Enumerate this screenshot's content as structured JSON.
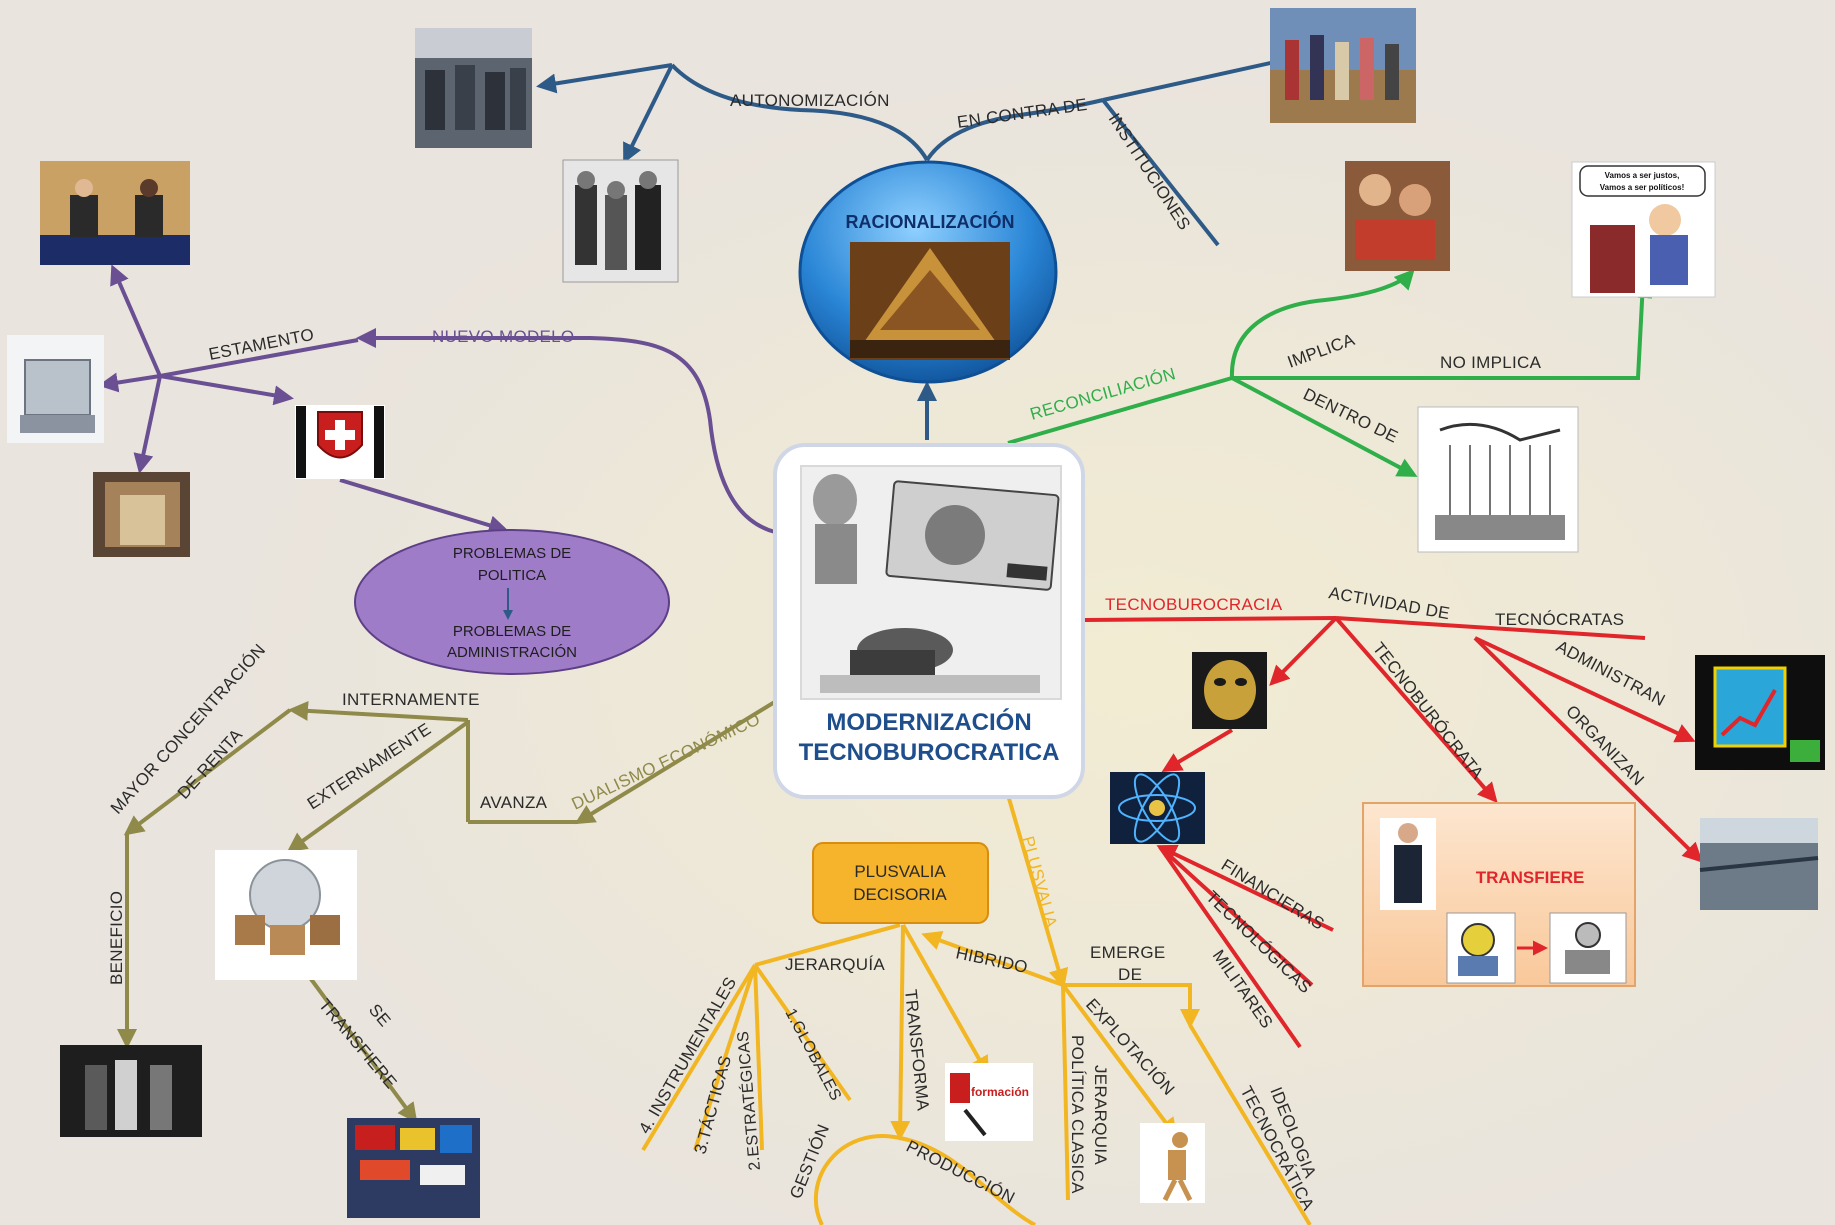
{
  "central": {
    "line1": "MODERNIZACIÓN",
    "line2": "TECNOBUROCRATICA"
  },
  "racionalizacion": {
    "title": "RACIONALIZACIÓN"
  },
  "labels": {
    "autonomizacion": "AUTONOMIZACIÓN",
    "en_contra_de": "EN CONTRA DE",
    "instituciones": "INSTITUCIONES",
    "nuevo_modelo": "NUEVO MODELO",
    "estamento": "ESTAMENTO",
    "reconciliacion": "RECONCILIACIÓN",
    "implica": "IMPLICA",
    "no_implica": "NO IMPLICA",
    "dentro_de": "DENTRO DE",
    "tecnoburocracia": "TECNOBUROCRACIA",
    "actividad_de": "ACTIVIDAD DE",
    "tecnocratas": "TECNÓCRATAS",
    "administran": "ADMINISTRAN",
    "organizan": "ORGANIZAN",
    "tecnoburocrata": "TECNOBURÓCRATA",
    "financieras": "FINANCIERAS",
    "tecnologicas": "TECNOLÓGICAS",
    "militares": "MILITARES",
    "dualismo": "DUALISMO ECONÓMICO",
    "avanza": "AVANZA",
    "internamente": "INTERNAMENTE",
    "externamente": "EXTERNAMENTE",
    "mayor_conc_1": "MAYOR CONCENTRACIÓN",
    "mayor_conc_2": "DE RENTA",
    "beneficio": "BENEFICIO",
    "se": "SE",
    "transfiere_dir": "TRANSFIERE",
    "plusvalia": "PLUSVALIA",
    "jerarquia": "JERARQUÍA",
    "hibrido": "HIBRIDO",
    "emerge": "EMERGE",
    "de": "DE",
    "instrumentales": "4. INSTRUMENTALES",
    "tacticas": "3.TÁCTICAS",
    "estrategicas": "2.ESTRATÉGICAS",
    "globales": "1.GLOBALES",
    "gestion": "GESTIÓN",
    "transforma": "TRANSFORMA",
    "produccion": "PRODUCCIÓN",
    "jerarquia_2": "JERARQUIA",
    "politica_clasica": "POLÍTICA CLASICA",
    "explotacion": "EXPLOTACIÓN",
    "ideologia": "IDEOLOGIA",
    "tecnocratica": "TECNOCRÁTICA"
  },
  "problemas": {
    "l1": "PROBLEMAS DE",
    "l2": "POLITICA",
    "l3": "PROBLEMAS DE",
    "l4": "ADMINISTRACIÓN"
  },
  "plusvalia_box": {
    "l1": "PLUSVALIA",
    "l2": "DECISORIA"
  },
  "transfiere_box": {
    "title": "TRANSFIERE"
  },
  "cartoon": {
    "l1": "Vamos a ser justos,",
    "l2": "Vamos a ser políticos!"
  },
  "informacion": "formación",
  "colors": {
    "blue": "#2e5a88",
    "purple": "#6a4f93",
    "green": "#2fae4a",
    "red": "#e0262b",
    "olive": "#8f8a4a",
    "yellow": "#f2b623",
    "background": "#e9e4dd"
  }
}
